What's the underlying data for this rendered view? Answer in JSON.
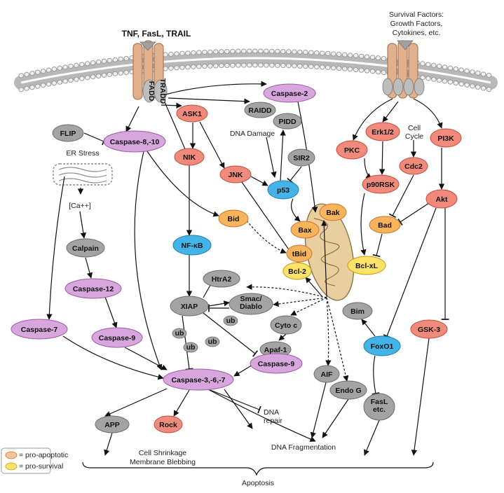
{
  "colors": {
    "pro_apoptotic_fill": "#f6c39a",
    "pro_survival_fill": "#fbe26a",
    "purple": "#d7a6dc",
    "red": "#ef8a7c",
    "gray": "#a3a3a3",
    "blue": "#43b3e8",
    "orange": "#f7b45a",
    "yellow": "#fbe26a",
    "receptor": "#e3b08c",
    "mitochondrion": "#e9cfa0"
  },
  "receptors": {
    "death_ligands": "TNF, FasL, TRAIL",
    "fadd": "FADD",
    "tradd": "TRADD",
    "survival_line1": "Survival Factors:",
    "survival_line2": "Growth Factors,",
    "survival_line3": "Cytokines, etc."
  },
  "labels": {
    "er_stress": "ER Stress",
    "calcium": "[Ca++]",
    "dna_damage": "DNA Damage",
    "cell_cycle_line1": "Cell",
    "cell_cycle_line2": "Cycle",
    "dna_repair_line1": "DNA",
    "dna_repair_line2": "repair",
    "dna_fragmentation": "DNA Fragmentation",
    "cell_shrinkage": "Cell Shrinkage",
    "membrane_blebbing": "Membrane Blebbing",
    "apoptosis": "Apoptosis",
    "ub1": "ub",
    "ub2": "ub",
    "ub3": "ub",
    "ub4": "ub"
  },
  "legend": {
    "pro_apoptotic": "= pro-apoptotic",
    "pro_survival": "= pro-survival"
  },
  "nodes": {
    "caspase2": {
      "label": "Caspase-2",
      "color": "purple"
    },
    "ask1": {
      "label": "ASK1",
      "color": "red"
    },
    "raidd": {
      "label": "RAIDD",
      "color": "gray"
    },
    "pidd": {
      "label": "PIDD",
      "color": "gray"
    },
    "flip": {
      "label": "FLIP",
      "color": "gray"
    },
    "caspase810": {
      "label": "Caspase-8,-10",
      "color": "purple"
    },
    "nik": {
      "label": "NIK",
      "color": "red"
    },
    "jnk": {
      "label": "JNK",
      "color": "red"
    },
    "sir2": {
      "label": "SIR2",
      "color": "gray"
    },
    "p53": {
      "label": "p53",
      "color": "blue"
    },
    "pkc": {
      "label": "PKC",
      "color": "red"
    },
    "erk12": {
      "label": "Erk1/2",
      "color": "red"
    },
    "cdc2": {
      "label": "Cdc2",
      "color": "red"
    },
    "pi3k": {
      "label": "PI3K",
      "color": "red"
    },
    "p90rsk": {
      "label": "p90RSK",
      "color": "red"
    },
    "akt": {
      "label": "Akt",
      "color": "red"
    },
    "bak": {
      "label": "Bak",
      "color": "orange"
    },
    "bax": {
      "label": "Bax",
      "color": "orange"
    },
    "bid": {
      "label": "Bid",
      "color": "orange"
    },
    "tbid": {
      "label": "tBid",
      "color": "orange"
    },
    "bcl2": {
      "label": "Bcl-2",
      "color": "yellow"
    },
    "bclxl": {
      "label": "Bcl-xL",
      "color": "yellow"
    },
    "bad": {
      "label": "Bad",
      "color": "orange"
    },
    "calpain": {
      "label": "Calpain",
      "color": "gray"
    },
    "nfkb": {
      "label": "NF-κB",
      "color": "blue"
    },
    "caspase12": {
      "label": "Caspase-12",
      "color": "purple"
    },
    "htra2": {
      "label": "HtrA2",
      "color": "gray"
    },
    "xiap": {
      "label": "XIAP",
      "color": "gray"
    },
    "smac": {
      "label": "Smac/ Diablo",
      "color": "gray"
    },
    "bim": {
      "label": "Bim",
      "color": "gray"
    },
    "caspase7": {
      "label": "Caspase-7",
      "color": "purple"
    },
    "caspase9a": {
      "label": "Caspase-9",
      "color": "purple"
    },
    "cytoc": {
      "label": "Cyto c",
      "color": "gray"
    },
    "foxo1": {
      "label": "FoxO1",
      "color": "blue"
    },
    "gsk3": {
      "label": "GSK-3",
      "color": "red"
    },
    "apaf1": {
      "label": "Apaf-1",
      "color": "gray"
    },
    "caspase9b": {
      "label": "Caspase-9",
      "color": "purple"
    },
    "caspase367": {
      "label": "Caspase-3,-6,-7",
      "color": "purple"
    },
    "aif": {
      "label": "AIF",
      "color": "gray"
    },
    "endog": {
      "label": "Endo G",
      "color": "gray"
    },
    "fasl": {
      "label": "FasL etc.",
      "color": "gray"
    },
    "app": {
      "label": "APP",
      "color": "gray"
    },
    "rock": {
      "label": "Rock",
      "color": "red"
    }
  }
}
